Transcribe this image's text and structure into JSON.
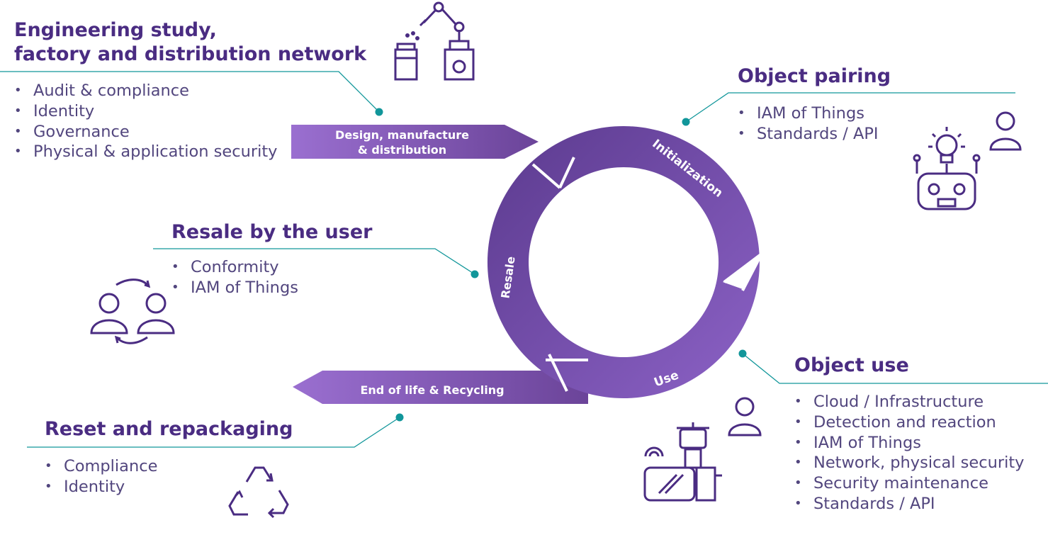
{
  "sections": {
    "engineering": {
      "title_line1": "Engineering study,",
      "title_line2": "factory and distribution network",
      "items": [
        "Audit & compliance",
        "Identity",
        "Governance",
        "Physical & application security"
      ]
    },
    "pairing": {
      "title": "Object pairing",
      "items": [
        "IAM of Things",
        "Standards / API"
      ]
    },
    "resale": {
      "title": "Resale by the user",
      "items": [
        "Conformity",
        "IAM of Things"
      ]
    },
    "use": {
      "title": "Object use",
      "items": [
        "Cloud / Infrastructure",
        "Detection and reaction",
        "IAM of Things",
        "Network, physical security",
        "Security maintenance",
        "Standards / API"
      ]
    },
    "reset": {
      "title": "Reset and repackaging",
      "items": [
        "Compliance",
        "Identity"
      ]
    }
  },
  "cycle": {
    "initialization": "Initialization",
    "use": "Use",
    "resale": "Resale"
  },
  "arrows": {
    "design_line1": "Design, manufacture",
    "design_line2": "& distribution",
    "end_of_life": "End of life & Recycling"
  },
  "icons": {
    "factory": "robot-arm-factory-icon",
    "pairing": "robot-lightbulb-user-icon",
    "resale": "user-exchange-icon",
    "use": "robot-tablet-user-icon",
    "reset": "recycle-icon"
  },
  "colors": {
    "title": "#4a2c82",
    "arrow_light": "#9166c8",
    "arrow_dark": "#5e3a8f",
    "connector": "#11969a"
  }
}
